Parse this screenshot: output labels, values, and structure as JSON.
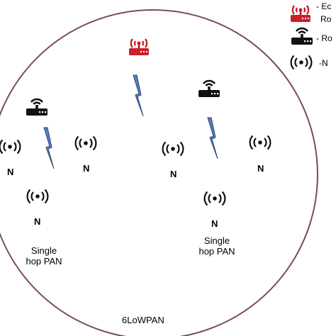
{
  "network_label": "6LoWPAN",
  "node_label": "N",
  "pan_label_line1": "Single",
  "pan_label_line2": "hop PAN",
  "legend": {
    "edge_router_line1": "- Ec",
    "edge_router_line2": "Ro",
    "router": "- Ro",
    "node": "-N"
  },
  "colors": {
    "edge_router": "#c8202b",
    "router": "#111111",
    "node": "#111111",
    "link": "#3a5ea8",
    "circle": "#7a4e4e"
  }
}
